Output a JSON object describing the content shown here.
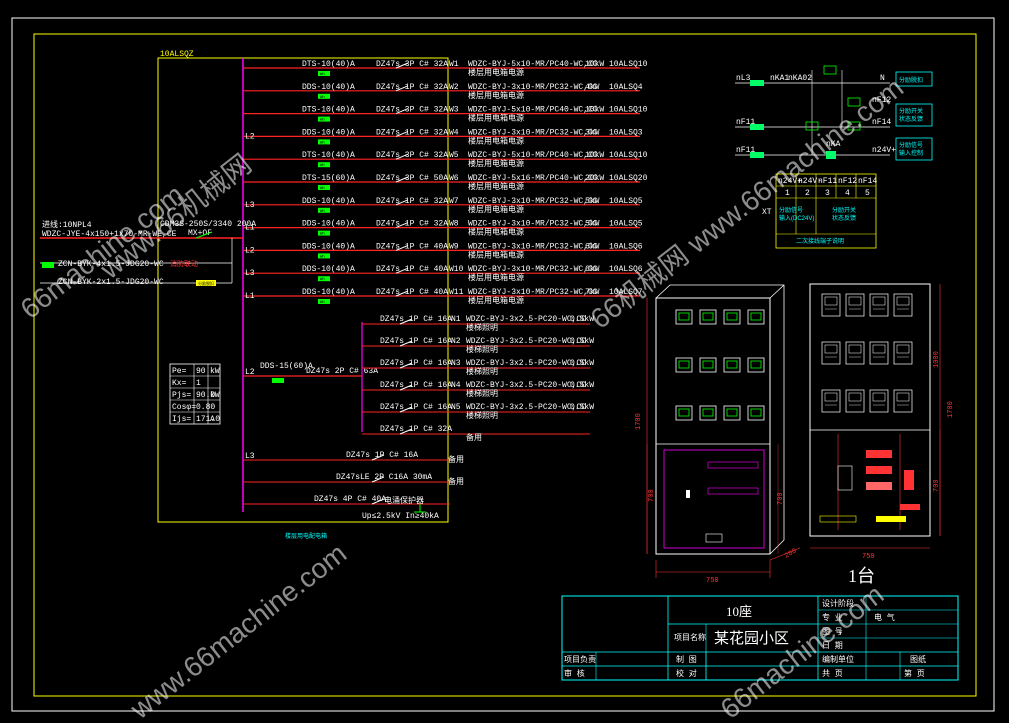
{
  "panel_id": "10ALSQZ",
  "incoming": {
    "line1": "进线:10NPL4",
    "line2": "WDZC-JYE-4x150+1x70-MR-WE,CE",
    "breaker": "CDM3S-250S/3340 200A",
    "breaker2": "MX+OF",
    "spd1": "ZCN-BYK-4x1.5-JDG20-WC",
    "spd2": "ZCN-BYK-2x1.5-JDG20-WC",
    "fire": "消防联动",
    "fire2": "分励脱扣"
  },
  "feeders": [
    {
      "phase": "",
      "meter": "DTS-10(40)A",
      "breaker": "DZ47s 3P C# 32A",
      "id": "W1",
      "cable": "WDZC-BYJ-5x10-MR/PC40-WC,CC",
      "power": "10kW",
      "dest": "10ALSQ10"
    },
    {
      "phase": "",
      "meter": "DDS-10(40)A",
      "breaker": "DZ47s 1P C# 32A",
      "id": "W2",
      "cable": "WDZC-BYJ-3x10-MR/PC32-WC,CC",
      "power": "4kW",
      "dest": "10ALSQ4"
    },
    {
      "phase": "",
      "meter": "DTS-10(40)A",
      "breaker": "DZ47s 3P C# 32A",
      "id": "W3",
      "cable": "WDZC-BYJ-5x10-MR/PC40-WC,CC",
      "power": "10kW",
      "dest": "10ALSQ10"
    },
    {
      "phase": "L2",
      "meter": "DDS-10(40)A",
      "breaker": "DZ47s 1P C# 32A",
      "id": "W4",
      "cable": "WDZC-BYJ-3x10-MR/PC32-WC,CC",
      "power": "3kW",
      "dest": "10ALSQ3"
    },
    {
      "phase": "",
      "meter": "DTS-10(40)A",
      "breaker": "DZ47s 3P C# 32A",
      "id": "W5",
      "cable": "WDZC-BYJ-5x10-MR/PC40-WC,CC",
      "power": "10kW",
      "dest": "10ALSQ10"
    },
    {
      "phase": "",
      "meter": "DTS-15(60)A",
      "breaker": "DZ47s 3P C# 50A",
      "id": "W6",
      "cable": "WDZC-BYJ-5x16-MR/PC40-WC,CC",
      "power": "20kW",
      "dest": "10ALSQ20"
    },
    {
      "phase": "L3",
      "meter": "DDS-10(40)A",
      "breaker": "DZ47s 1P C# 32A",
      "id": "W7",
      "cable": "WDZC-BYJ-3x10-MR/PC32-WC,CC",
      "power": "5kW",
      "dest": "10ALSQ5"
    },
    {
      "phase": "L1",
      "meter": "DDS-10(40)A",
      "breaker": "DZ47s 1P C# 32A",
      "id": "W8",
      "cable": "WDZC-BYJ-3x10-MR/PC32-WC,CC",
      "power": "5kW",
      "dest": "10ALSQ5"
    },
    {
      "phase": "L2",
      "meter": "DDS-10(40)A",
      "breaker": "DZ47s 1P C# 40A",
      "id": "W9",
      "cable": "WDZC-BYJ-3x10-MR/PC32-WC,CC",
      "power": "6kW",
      "dest": "10ALSQ6"
    },
    {
      "phase": "L3",
      "meter": "DDS-10(40)A",
      "breaker": "DZ47s 1P C# 40A",
      "id": "W10",
      "cable": "WDZC-BYJ-3x10-MR/PC32-WC,CC",
      "power": "6kW",
      "dest": "10ALSQ6"
    },
    {
      "phase": "L1",
      "meter": "DDS-10(40)A",
      "breaker": "DZ47s 1P C# 40A",
      "id": "W11",
      "cable": "WDZC-BYJ-3x10-MR/PC32-WC,CC",
      "power": "7kW",
      "dest": "10ALSQ7"
    }
  ],
  "feeder_note": "楼层用电箱电源",
  "meter_tag": "Wh",
  "sub": {
    "phase": "L2",
    "meter": "DDS-15(60)A",
    "breaker": "DZ47s 2P C# 63A",
    "items": [
      {
        "breaker": "DZ47s 1P C# 16A",
        "id": "N1",
        "cable": "WDZC-BYJ-3x2.5-PC20-WC,CC",
        "power": "0.5kW"
      },
      {
        "breaker": "DZ47s 1P C# 16A",
        "id": "N2",
        "cable": "WDZC-BYJ-3x2.5-PC20-WC,CC",
        "power": "0.5kW"
      },
      {
        "breaker": "DZ47s 1P C# 16A",
        "id": "N3",
        "cable": "WDZC-BYJ-3x2.5-PC20-WC,CC",
        "power": "0.5kW"
      },
      {
        "breaker": "DZ47s 1P C# 16A",
        "id": "N4",
        "cable": "WDZC-BYJ-3x2.5-PC20-WC,CC",
        "power": "0.5kW"
      },
      {
        "breaker": "DZ47s 1P C# 16A",
        "id": "N5",
        "cable": "WDZC-BYJ-3x2.5-PC20-WC,CC",
        "power": "0.5kW"
      },
      {
        "breaker": "DZ47s 1P C# 32A",
        "id": "",
        "cable": "",
        "power": ""
      }
    ],
    "note": "楼梯照明",
    "spare": "备用"
  },
  "extra": [
    {
      "phase": "L3",
      "breaker": "DZ47s 1P C# 16A",
      "label": "备用"
    },
    {
      "phase": "",
      "breaker": "DZ47sLE  2P C16A 30mA",
      "label": "备用"
    },
    {
      "phase": "",
      "breaker": "DZ47s 4P C# 40A",
      "label": ""
    }
  ],
  "surge": "Up≤2.5kV In≥40kA",
  "surge_label": "电涌保护器",
  "calc": {
    "rows": [
      {
        "k": "Pe=",
        "v": "90",
        "u": "kW"
      },
      {
        "k": "Kx=",
        "v": "1",
        "u": ""
      },
      {
        "k": "Pjs=",
        "v": "90.0",
        "u": "kW"
      },
      {
        "k": "Cosφ=",
        "v": "0.80",
        "u": ""
      },
      {
        "k": "Ijs=",
        "v": "171.0",
        "u": "A"
      }
    ]
  },
  "bottom_note": "楼层用电配电箱",
  "control": {
    "labels": [
      "nL3",
      "nKA1",
      "nKA02",
      "nF11",
      "N",
      "nF12",
      "nF14",
      "nF11",
      "nKA",
      "n24V+"
    ],
    "boxes": [
      "分励脱扣",
      "分励开关\n状态反馈",
      "分励信号\n输入控制"
    ]
  },
  "xt": {
    "label": "XT",
    "headers": [
      "n24V+",
      "n24V-",
      "nF11",
      "nF12",
      "nF14"
    ],
    "nums": [
      "1",
      "2",
      "3",
      "4",
      "5"
    ],
    "cell1": "分励信号\n输入(DC24V)",
    "cell2": "分励开关\n状态反馈",
    "footer": "二次接线端子说明"
  },
  "dims": {
    "h_left": "1700",
    "h_inner": "700",
    "w_front": "750",
    "d_side": "200",
    "h_right": "1700",
    "h_right2": "1000",
    "h_right3": "700",
    "w_right": "750"
  },
  "qty": "1台",
  "title_block": {
    "building": "10座",
    "project_label": "项目名称",
    "project": "某花园小区",
    "design_stage_label": "设计阶段",
    "major_label": "专  业",
    "major": "电  气",
    "drawing_no_label": "图  号",
    "date_label": "日  期",
    "unit_label": "编制单位",
    "unit": "图纸",
    "leader_label": "项目负责",
    "draw_label": "制  图",
    "review_label": "审  核",
    "check_label": "校  对",
    "total_label": "共  页",
    "page_label": "第  页"
  },
  "watermarks": [
    "66machine.com",
    "www.66机械网",
    "66机械网 www.66machine.com",
    "www.66machine.com",
    "66machine.com"
  ]
}
